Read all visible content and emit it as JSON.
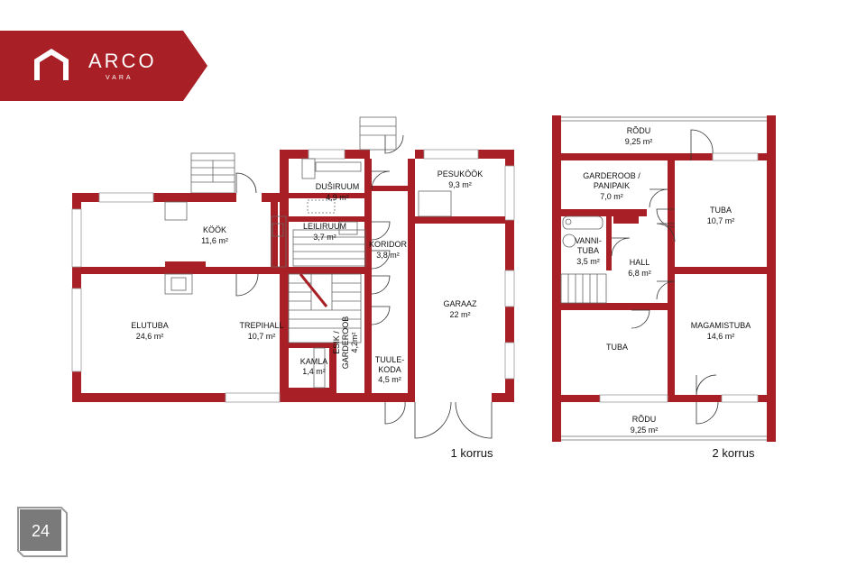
{
  "brand": {
    "name": "ARCO",
    "sub": "VARA",
    "color": "#a82025"
  },
  "page_number": "24",
  "floors": [
    {
      "label": "1 korrus"
    },
    {
      "label": "2 korrus"
    }
  ],
  "rooms_floor1": {
    "kook": {
      "name": "KÖÖK",
      "area": "11,6 m²"
    },
    "elutuba": {
      "name": "ELUTUBA",
      "area": "24,6 m²"
    },
    "trepihall": {
      "name": "TREPIHALL",
      "area": "10,7 m²"
    },
    "dusiruum": {
      "name": "DUŠIRUUM",
      "area": "4,9 m²"
    },
    "leiliruum": {
      "name": "LEILIRUUM",
      "area": "3,7 m²"
    },
    "koridor": {
      "name": "KORIDOR",
      "area": "3,8 m²"
    },
    "pesukook": {
      "name": "PESUKÖÖK",
      "area": "9,3 m²"
    },
    "garaaz": {
      "name": "GARAAZ",
      "area": "22 m²"
    },
    "esik": {
      "name1": "ESIK /",
      "name2": "GARDEROOB",
      "area": "4,2m²"
    },
    "kamla": {
      "name": "KAMLA",
      "area": "1,4 m²"
    },
    "tuulekoda": {
      "name1": "TUULE-",
      "name2": "KODA",
      "area": "4,5 m²"
    }
  },
  "rooms_floor2": {
    "rodu_top": {
      "name": "RÕDU",
      "area": "9,25 m²"
    },
    "garderoob": {
      "name1": "GARDEROOB /",
      "name2": "PANIPAIK",
      "area": "7,0 m²"
    },
    "tuba_top": {
      "name": "TUBA",
      "area": "10,7 m²"
    },
    "vannituba": {
      "name1": "VANNI-",
      "name2": "TUBA",
      "area": "3,5 m²"
    },
    "hall": {
      "name": "HALL",
      "area": "6,8 m²"
    },
    "tuba_bottom": {
      "name": "TUBA"
    },
    "magamistuba": {
      "name": "MAGAMISTUBA",
      "area": "14,6 m²"
    },
    "rodu_bottom": {
      "name": "RÕDU",
      "area": "9,25 m²"
    }
  }
}
